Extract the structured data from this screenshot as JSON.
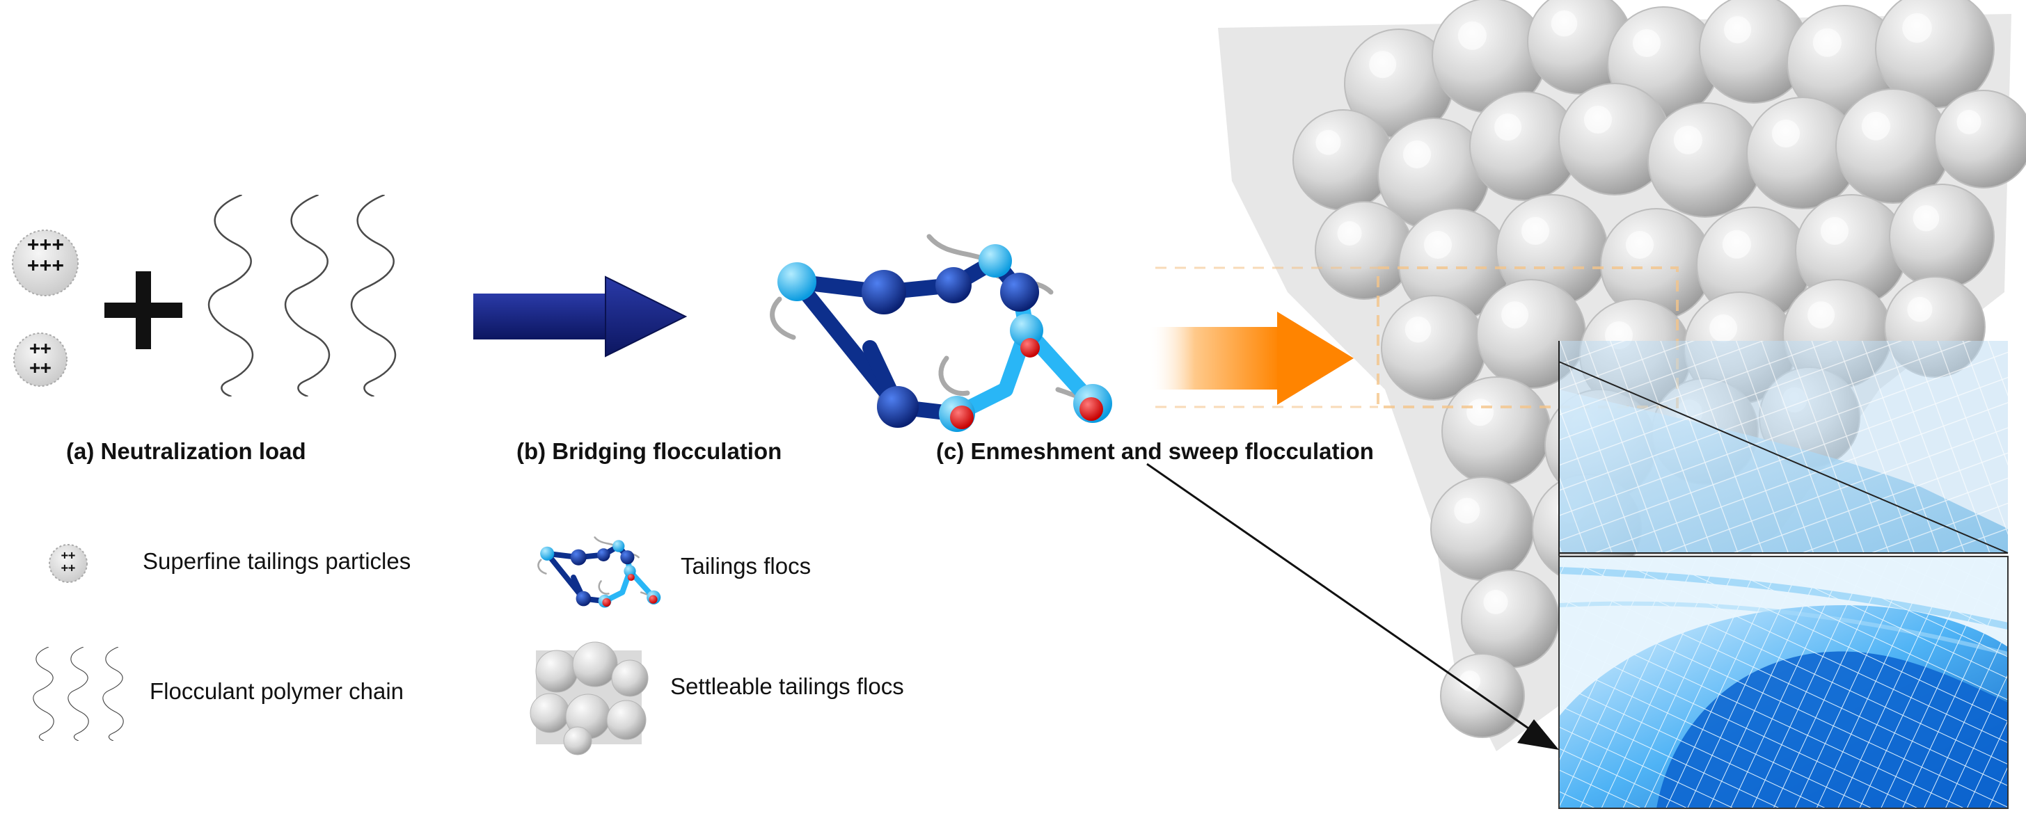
{
  "stages": {
    "a": {
      "caption": "(a) Neutralization load"
    },
    "b": {
      "caption": "(b)  Bridging flocculation"
    },
    "c": {
      "caption": "(c) Enmeshment and sweep flocculation"
    }
  },
  "legend": {
    "particles": "Superfine tailings particles",
    "polymer": "Flocculant polymer chain",
    "flocs": "Tailings flocs",
    "settleable": "Settleable tailings flocs"
  },
  "symbols": {
    "plus": "+",
    "charge_row": "+++",
    "charge_small": "++"
  },
  "colors": {
    "navy": "#1a237e",
    "node_dark": "#0d2f8c",
    "node_light": "#29b6f6",
    "node_red": "#e51c1c",
    "orange": "#ff8a00",
    "net_blue": "#1e88e5"
  }
}
